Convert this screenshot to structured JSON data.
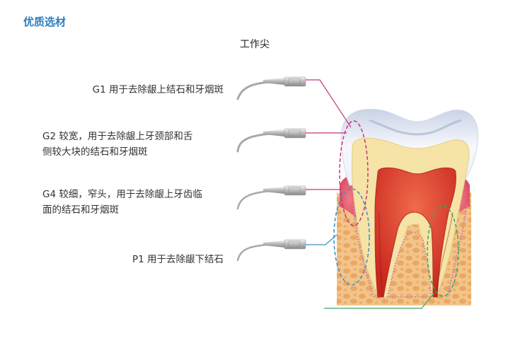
{
  "header": {
    "title": "优质选材"
  },
  "diagram": {
    "title": "工作尖"
  },
  "tips": [
    {
      "id": "G1",
      "lines": [
        "G1 用于去除龈上结石和牙烟斑"
      ],
      "color": "#c6357f"
    },
    {
      "id": "G2",
      "lines": [
        "G2 较宽，用于去除龈上牙颈部和舌",
        "侧较大块的结石和牙烟斑"
      ],
      "color": "#c6357f"
    },
    {
      "id": "G4",
      "lines": [
        "G4 较细，窄头，用于去除龈上牙齿临",
        "面的结石和牙烟斑"
      ],
      "color": "#c6357f"
    },
    {
      "id": "P1",
      "lines": [
        "P1 用于去除龈下结石"
      ],
      "color": "#3a8fc6"
    }
  ],
  "colors": {
    "header": "#2a7fc0",
    "magenta": "#c6357f",
    "blue": "#3a8fc6",
    "green": "#3aa860"
  }
}
